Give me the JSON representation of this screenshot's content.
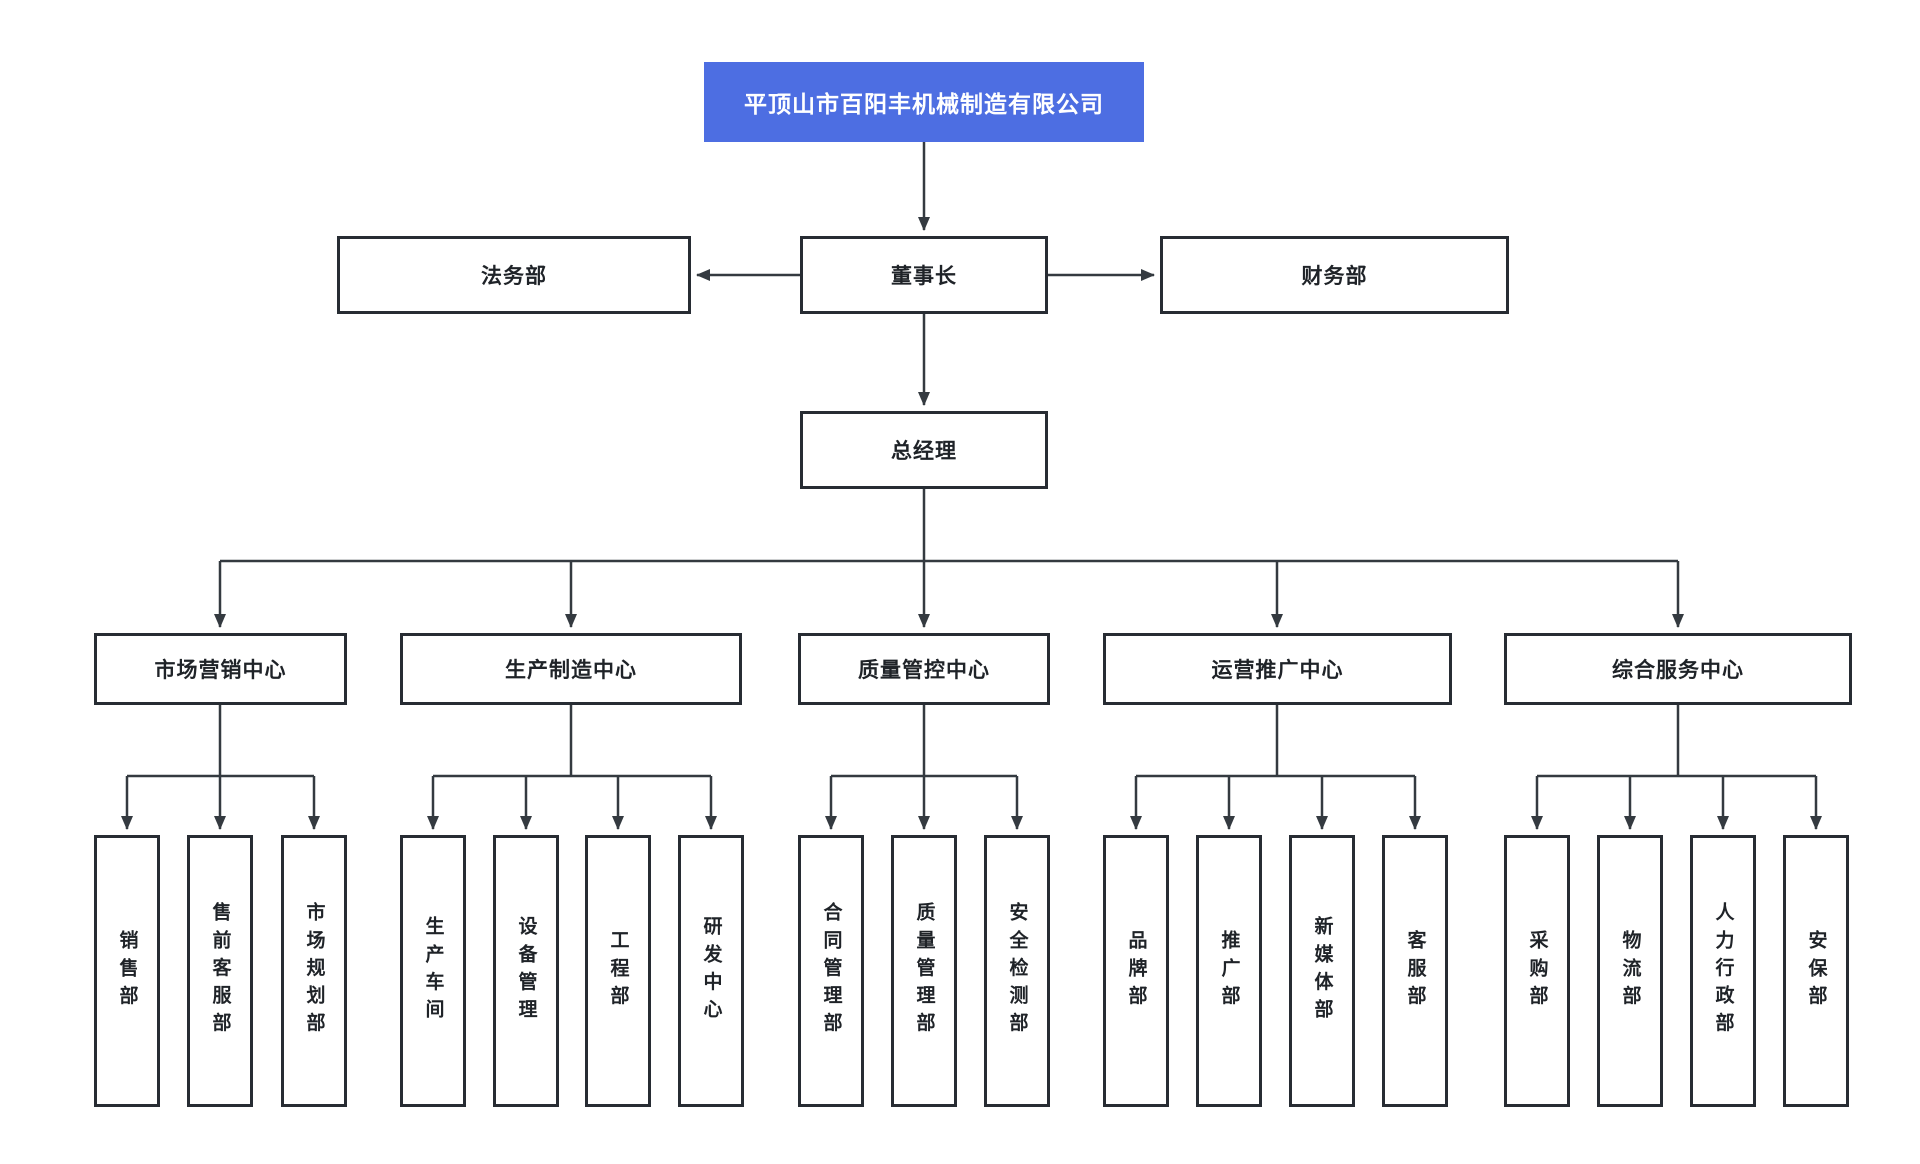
{
  "root": {
    "label": "平顶山市百阳丰机械制造有限公司"
  },
  "executives": {
    "legal": "法务部",
    "chairman": "董事长",
    "finance": "财务部",
    "general_manager": "总经理"
  },
  "centers": [
    {
      "label": "市场营销中心",
      "departments": [
        "销售部",
        "售前客服部",
        "市场规划部"
      ]
    },
    {
      "label": "生产制造中心",
      "departments": [
        "生产车间",
        "设备管理",
        "工程部",
        "研发中心"
      ]
    },
    {
      "label": "质量管控中心",
      "departments": [
        "合同管理部",
        "质量管理部",
        "安全检测部"
      ]
    },
    {
      "label": "运营推广中心",
      "departments": [
        "品牌部",
        "推广部",
        "新媒体部",
        "客服部"
      ]
    },
    {
      "label": "综合服务中心",
      "departments": [
        "采购部",
        "物流部",
        "人力行政部",
        "安保部"
      ]
    }
  ],
  "colors": {
    "root_bg": "#4d6ee2",
    "root_text": "#ffffff",
    "box_border": "#272c33",
    "line": "#343a40",
    "label_text": "#1f2328",
    "background": "#ffffff"
  }
}
